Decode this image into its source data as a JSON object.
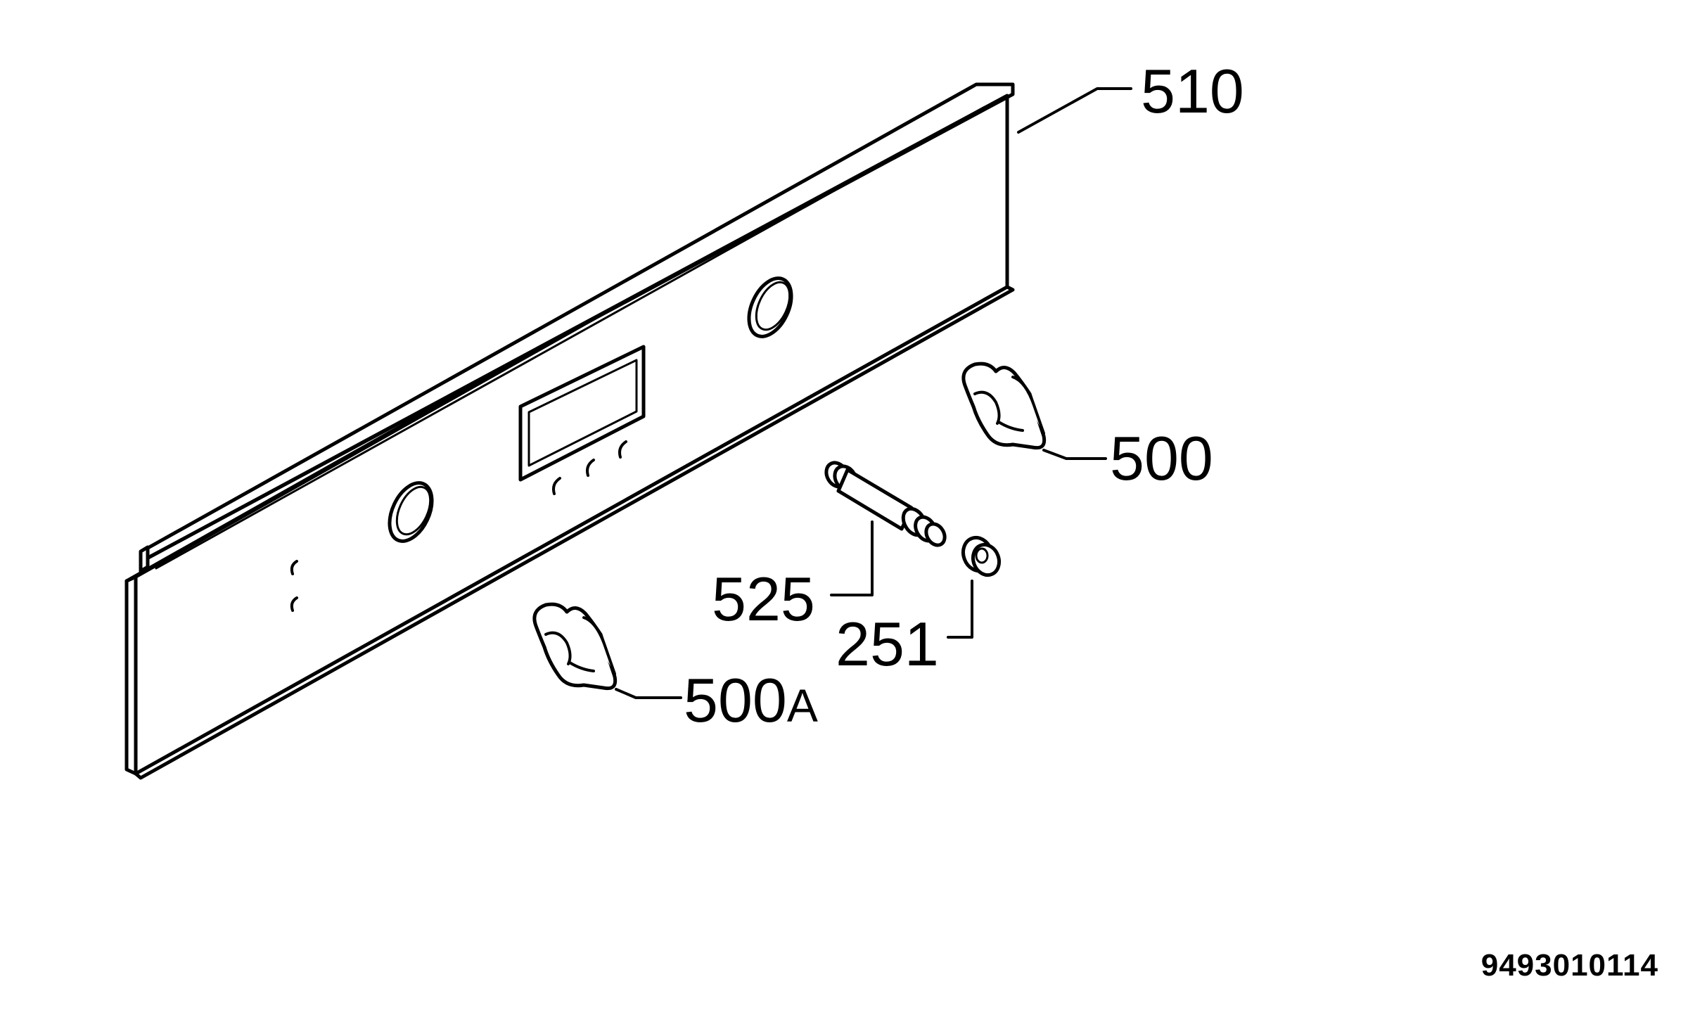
{
  "diagram": {
    "part_labels": {
      "control_panel": "510",
      "knob_right": "500",
      "shaft": "525",
      "button": "251",
      "knob_left_number": "500",
      "knob_left_suffix": "A"
    },
    "document_number": "9493010114"
  },
  "colors": {
    "stroke": "#000000",
    "background": "#ffffff"
  }
}
